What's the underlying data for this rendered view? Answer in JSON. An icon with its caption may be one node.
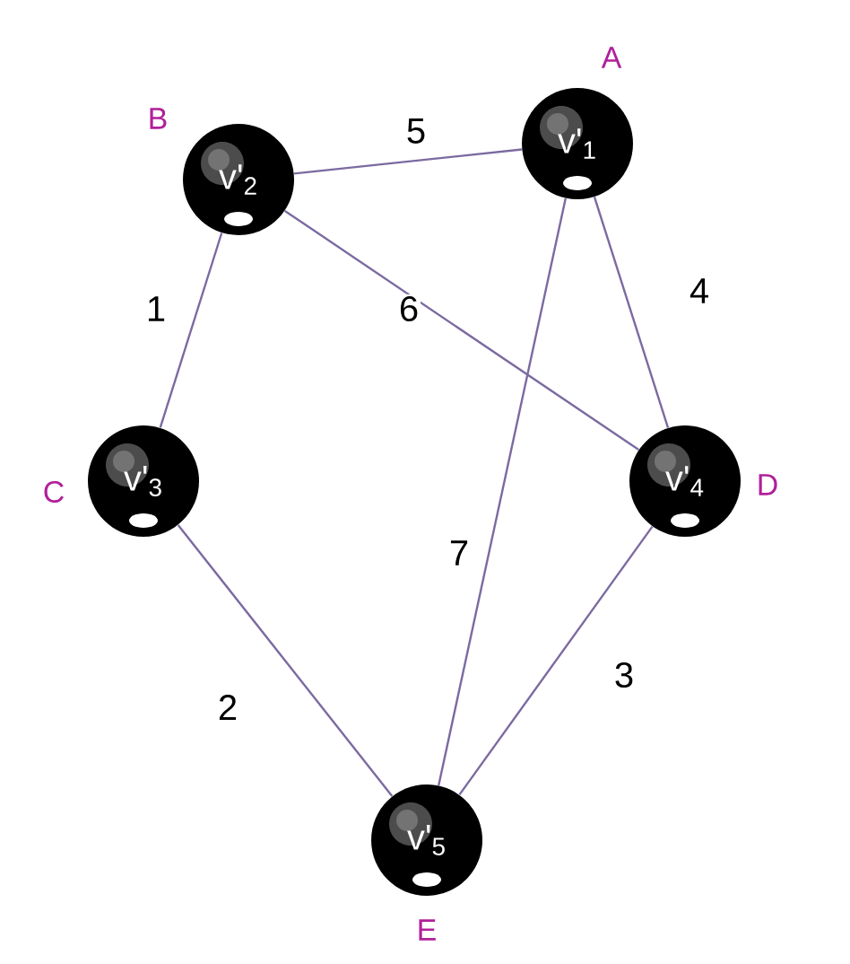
{
  "diagram": {
    "nodes": [
      {
        "text": [
          "v'$_{1}$"
        ],
        "beside": [
          "A"
        ]
      },
      {
        "text": [
          "v'$_{2}$"
        ],
        "beside": [
          "B"
        ]
      },
      {
        "text": [
          "v'$_{3}$"
        ],
        "beside": [
          "C"
        ]
      },
      {
        "text": [
          "v'$_{4}$"
        ],
        "beside": [
          "D"
        ]
      },
      {
        "text": [
          "v'$_{5}$"
        ],
        "beside": [
          "E"
        ]
      }
    ],
    "edges": [
      {
        "from": 1,
        "to": 0,
        "arrow": "none",
        "label": "5"
      },
      {
        "from": 1,
        "to": 2,
        "arrow": "none",
        "label": "1"
      },
      {
        "from": 1,
        "to": 3,
        "arrow": "none",
        "label": "6"
      },
      {
        "from": 0,
        "to": 3,
        "arrow": "none",
        "label": "4"
      },
      {
        "from": 0,
        "to": 4,
        "arrow": "none",
        "label": "7"
      },
      {
        "from": 2,
        "to": 4,
        "arrow": "none",
        "label": "2"
      },
      {
        "from": 3,
        "to": 4,
        "arrow": "none",
        "label": "3"
      }
    ]
  }
}
